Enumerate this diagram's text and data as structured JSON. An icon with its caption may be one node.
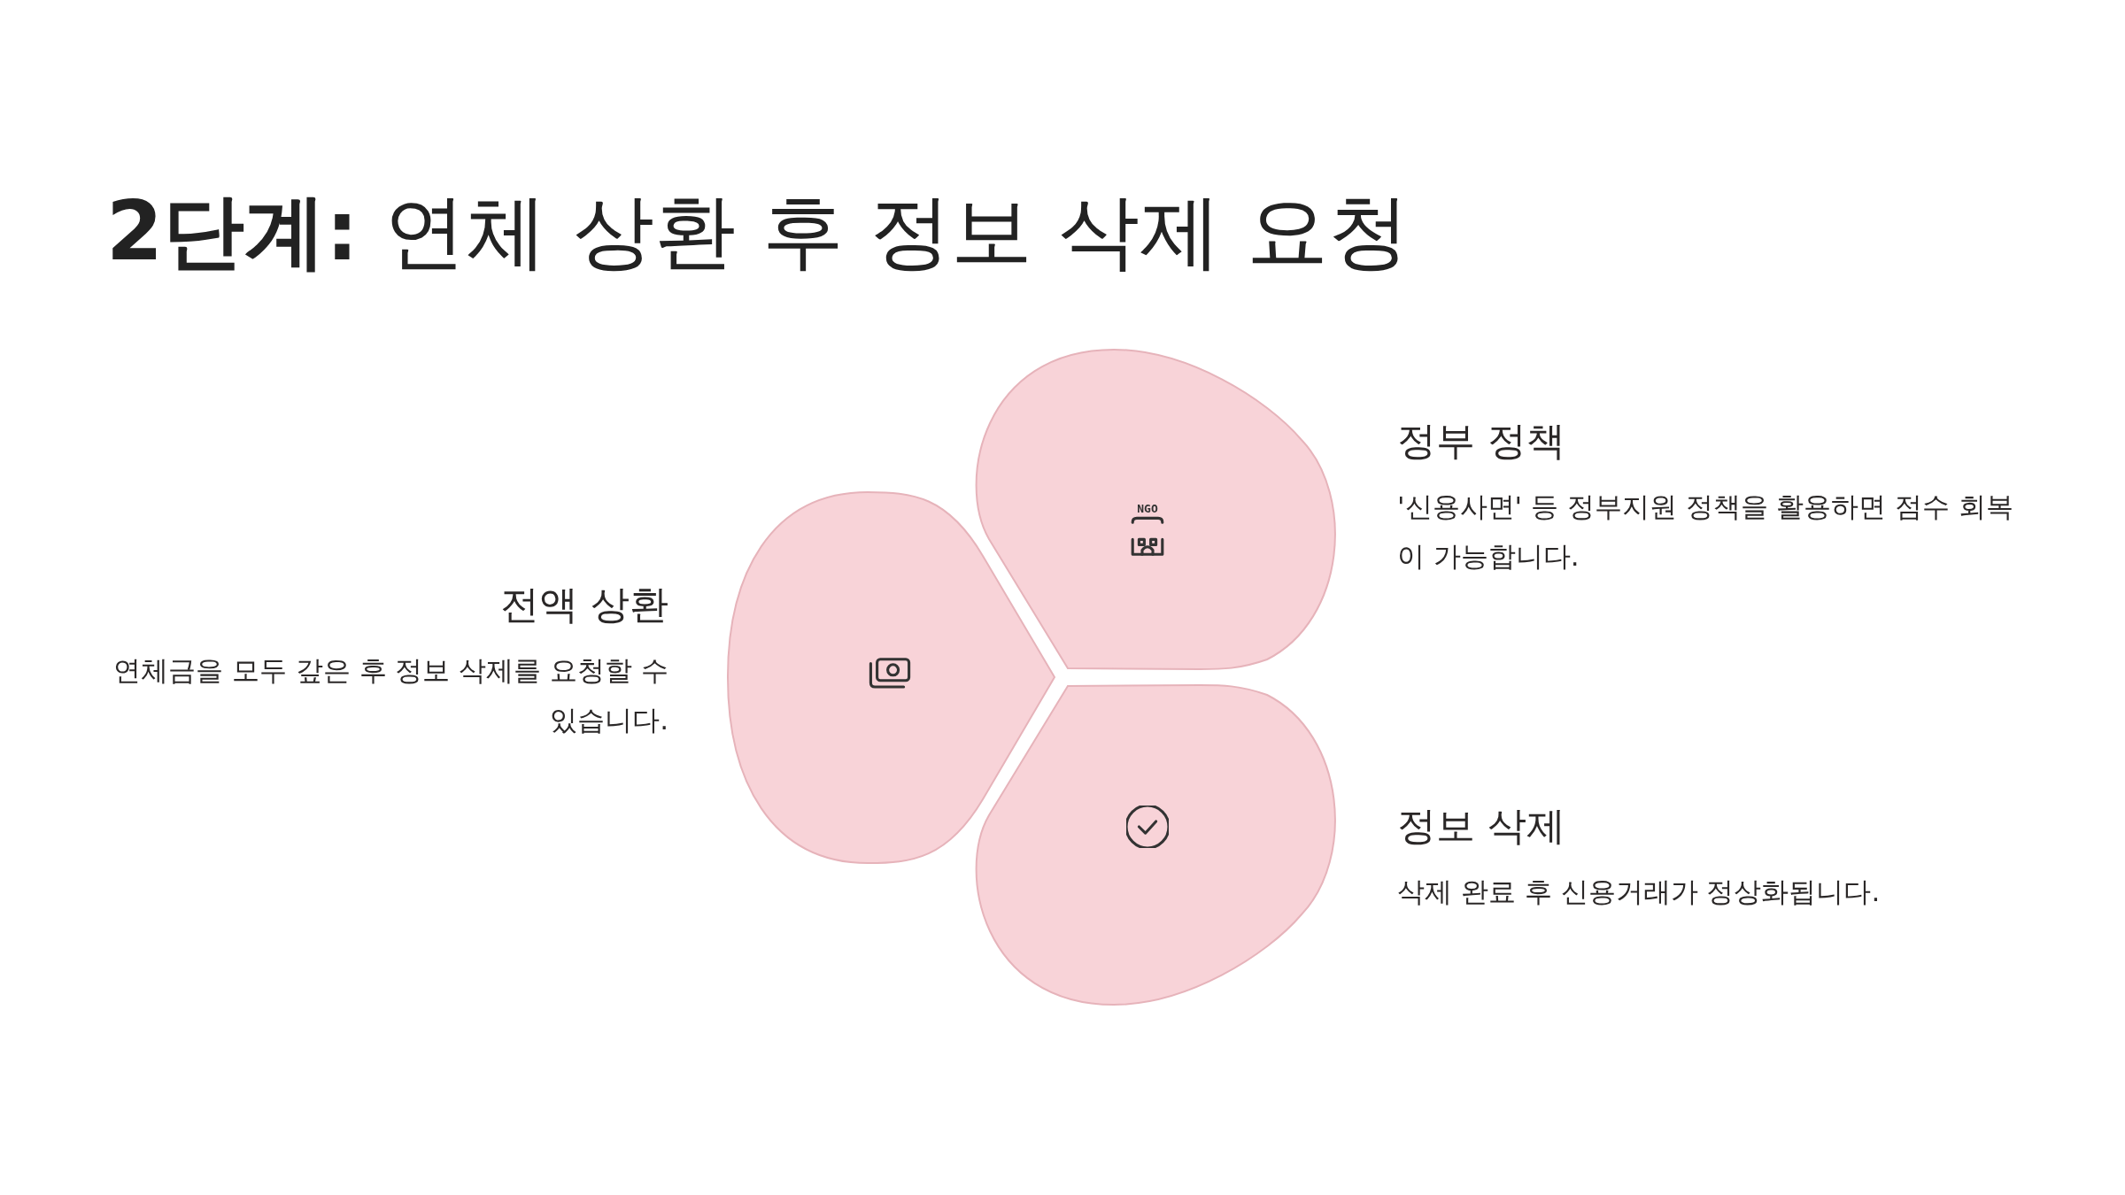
{
  "diagram": {
    "title": "**2단계:** 연체 상환 후 정보 삭제 요청",
    "nodes": [
      {
        "text": [
          "전액 상환",
          "연체금을 모두 갚은 후 정보 삭제를 요청할 수 있습니다."
        ]
      },
      {
        "text": [
          "정부 정책",
          "'신용사면' 등 정부지원 정책을 활용하면 점수 회복이 가능합니다."
        ]
      },
      {
        "text": [
          "정보 삭제",
          "삭제 완료 후 신용거래가 정상화됩니다."
        ]
      }
    ],
    "edges": [],
    "labels": [
      "NGO"
    ]
  }
}
